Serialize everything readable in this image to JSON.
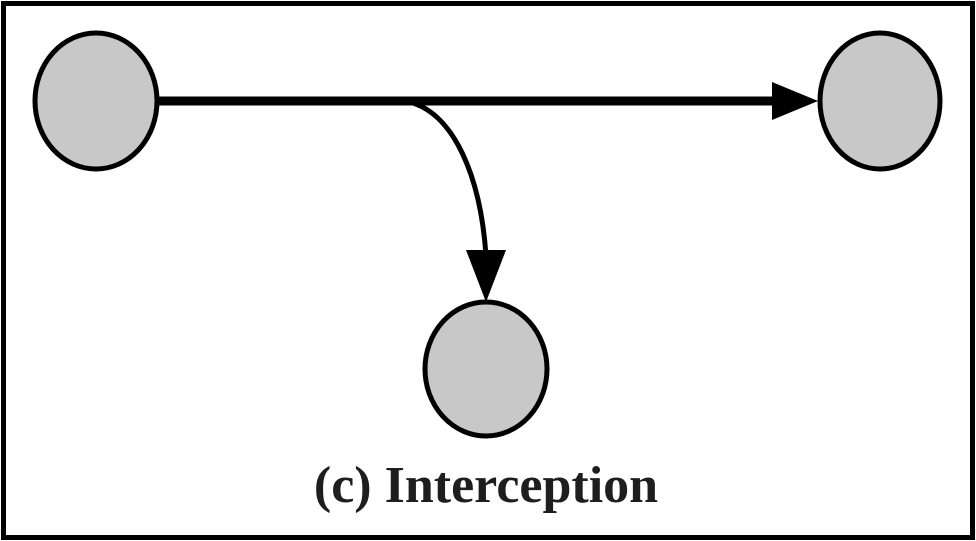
{
  "caption": "(c) Interception",
  "colors": {
    "node_fill": "#c8c8c8",
    "stroke": "#000000",
    "background": "#ffffff"
  },
  "nodes": [
    {
      "id": "source"
    },
    {
      "id": "destination"
    },
    {
      "id": "interceptor"
    }
  ],
  "edges": [
    {
      "from": "source",
      "to": "destination"
    },
    {
      "from": "source",
      "to": "interceptor"
    }
  ]
}
